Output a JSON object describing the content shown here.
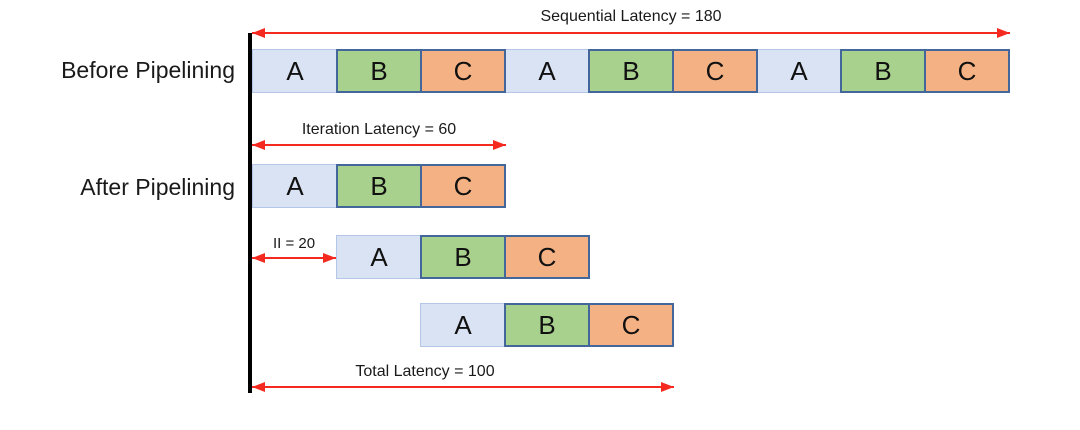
{
  "diagram": {
    "title_context": "Loop pipelining latency diagram",
    "labels": {
      "before": "Before Pipelining",
      "after": "After Pipelining"
    },
    "annotations": {
      "sequential": "Sequential Latency = 180",
      "iteration": "Iteration Latency = 60",
      "ii": "II = 20",
      "total": "Total Latency = 100"
    },
    "values": {
      "sequential_latency": 180,
      "iteration_latency": 60,
      "initiation_interval": 20,
      "total_latency": 100
    },
    "stages": [
      "A",
      "B",
      "C"
    ],
    "rows": {
      "before": [
        "A",
        "B",
        "C",
        "A",
        "B",
        "C",
        "A",
        "B",
        "C"
      ],
      "after": [
        [
          "A",
          "B",
          "C"
        ],
        [
          "A",
          "B",
          "C"
        ],
        [
          "A",
          "B",
          "C"
        ]
      ]
    },
    "colors": {
      "stage_a_fill": "#dae3f3",
      "stage_a_border": "#b4c7e7",
      "stage_b_fill": "#a9d18e",
      "stage_c_fill": "#f4b183",
      "stage_bc_border": "#44679b",
      "arrow_red": "#f42a20",
      "axis_black": "#000000",
      "text": "#1a1a1a"
    }
  }
}
